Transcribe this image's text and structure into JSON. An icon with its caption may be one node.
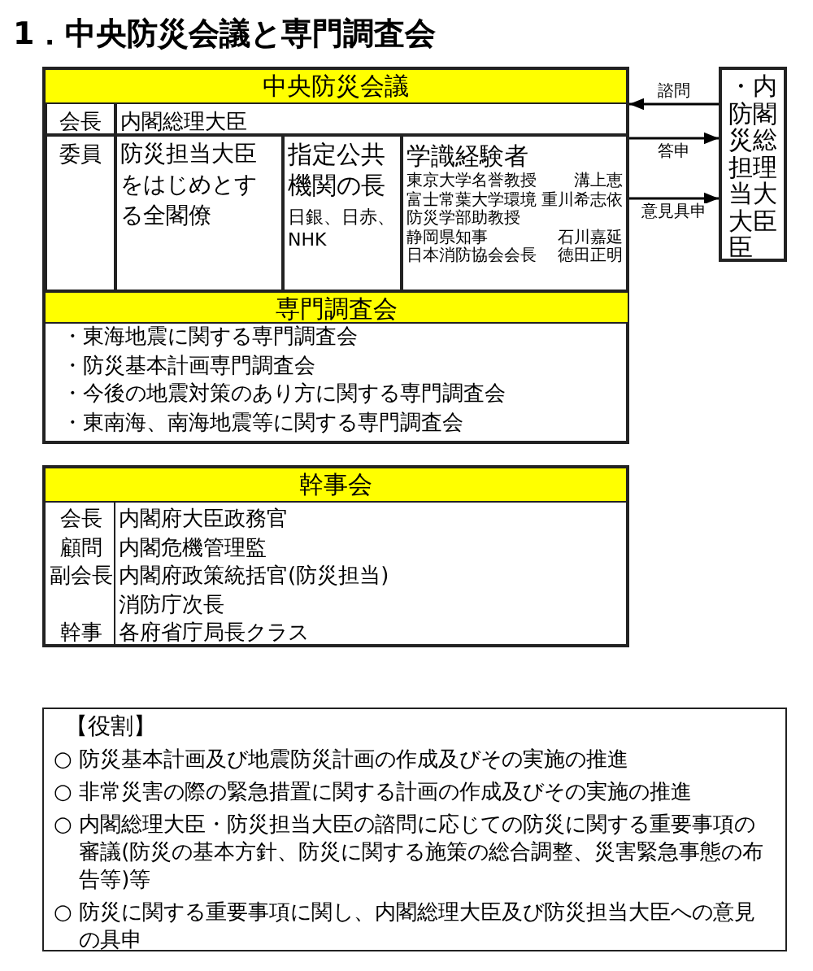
{
  "diagram": {
    "title": "1．中央防災会議と専門調査会",
    "nodes": [
      {
        "text": [
          "中央防災会議"
        ]
      },
      {
        "text": [
          "会長"
        ],
        "in": 0
      },
      {
        "text": [
          "内閣総理大臣"
        ],
        "in": 0
      },
      {
        "text": [
          "委員"
        ],
        "in": 0
      },
      {
        "text": [
          "防災担当大臣をはじめとする全閣僚"
        ],
        "in": 0
      },
      {
        "text": [
          "指定公共機関の長",
          "日銀、日赤、NHK"
        ],
        "in": 0
      },
      {
        "text": [
          "学識経験者",
          "東京大学名誉教授",
          "溝上恵",
          "富士常葉大学環境防災学部助教授",
          "重川希志依",
          "静岡県知事",
          "石川嘉延",
          "日本消防協会会長",
          "徳田正明"
        ],
        "in": 0
      },
      {
        "text": [
          "専門調査会",
          "・東海地震に関する専門調査会",
          "・防災基本計画専門調査会",
          "・今後の地震対策のあり方に関する専門調査会",
          "・東南海、南海地震等に関する専門調査会"
        ],
        "in": 0
      },
      {
        "text": [
          "・防災担当大臣",
          "内閣総理大臣"
        ]
      },
      {
        "text": [
          "幹事会"
        ]
      },
      {
        "text": [
          "会長",
          "顧問",
          "副会長",
          "幹事"
        ],
        "in": 9
      },
      {
        "text": [
          "内閣府大臣政務官",
          "内閣危機管理監",
          "内閣府政策統括官(防災担当)",
          "消防庁次長",
          "各府省庁局長クラス"
        ],
        "in": 9
      },
      {
        "text": [
          "【役割】",
          "○ 防災基本計画及び地震防災計画の作成及びその実施の推進",
          "○ 非常災害の際の緊急措置に関する計画の作成及びその実施の推進",
          "○ 内閣総理大臣・防災担当大臣の諮問に応じての防災に関する重要事項の審議(防災の基本方針、防災に関する施策の総合調整、災害緊急事態の布告等)等",
          "○ 防災に関する重要事項に関し、内閣総理大臣及び防災担当大臣への意見の具申"
        ]
      }
    ],
    "edges": [
      {
        "from": 8,
        "to": 0,
        "arrow": "to",
        "label": "諮問"
      },
      {
        "from": 0,
        "to": 8,
        "arrow": "to",
        "label": "答申"
      },
      {
        "from": 0,
        "to": 8,
        "arrow": "to",
        "label": "意見具申"
      }
    ]
  }
}
